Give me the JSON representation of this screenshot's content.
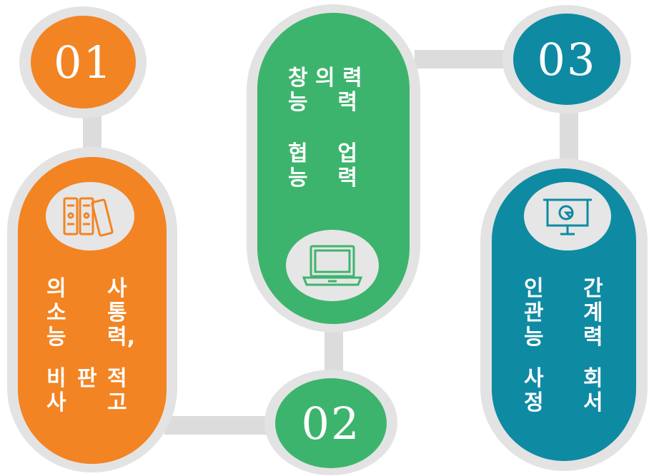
{
  "steps": [
    {
      "number": "01",
      "color": "#f28423"
    },
    {
      "number": "02",
      "color": "#3db46d"
    },
    {
      "number": "03",
      "color": "#0f8aa3"
    }
  ],
  "cards": {
    "orange": {
      "icon": "binders-icon",
      "text": {
        "c1": "의\n소\n능",
        "c2": "사\n통\n력,",
        "c3": "비\n사",
        "c4": "판",
        "c5": "적\n고"
      }
    },
    "green": {
      "icon": "laptop-icon",
      "text": {
        "r1": "창 의 력",
        "r2": "능    력",
        "r3": "협    업",
        "r4": "능    력"
      }
    },
    "teal": {
      "icon": "presentation-board-icon",
      "text": {
        "c1": "인\n관\n능",
        "c2": "간\n계\n력",
        "c3": "사\n정",
        "c4": "회\n서"
      }
    }
  }
}
